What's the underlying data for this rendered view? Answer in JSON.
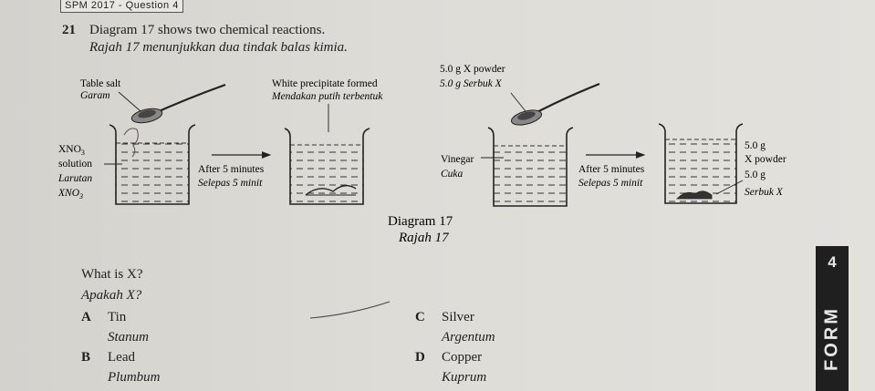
{
  "header": {
    "tag": "SPM 2017 - Question 4"
  },
  "question": {
    "number": "21",
    "intro_en": "Diagram 17 shows two chemical reactions.",
    "intro_ms": "Rajah 17 menunjukkan dua tindak balas kimia."
  },
  "diagram": {
    "left": {
      "salt_en": "Table salt",
      "salt_ms": "Garam",
      "solution_line1": "XNO",
      "solution_line2": "solution",
      "solution_ms1": "Larutan",
      "solution_ms2": "XNO",
      "subscript": "3",
      "arrow_en": "After 5 minutes",
      "arrow_ms": "Selepas 5 minit",
      "result_en": "White precipitate formed",
      "result_ms": "Mendakan putih terbentuk"
    },
    "right": {
      "powder_en": "5.0 g X powder",
      "powder_ms": "5.0 g Serbuk X",
      "vinegar_en": "Vinegar",
      "vinegar_ms": "Cuka",
      "arrow_en": "After 5 minutes",
      "arrow_ms": "Selepas 5 minit",
      "result_line1": "5.0 g",
      "result_line2": "X powder",
      "result_line3": "5.0 g",
      "result_line4": "Serbuk X"
    },
    "caption_en": "Diagram 17",
    "caption_ms": "Rajah 17"
  },
  "prompt": {
    "en": "What is X?",
    "ms": "Apakah X?"
  },
  "options": [
    {
      "letter": "A",
      "name": "Tin",
      "malay": "Stanum"
    },
    {
      "letter": "B",
      "name": "Lead",
      "malay": "Plumbum"
    },
    {
      "letter": "C",
      "name": "Silver",
      "malay": "Argentum"
    },
    {
      "letter": "D",
      "name": "Copper",
      "malay": "Kuprum"
    }
  ],
  "side_tab": {
    "number": "4",
    "label": "FORM"
  }
}
